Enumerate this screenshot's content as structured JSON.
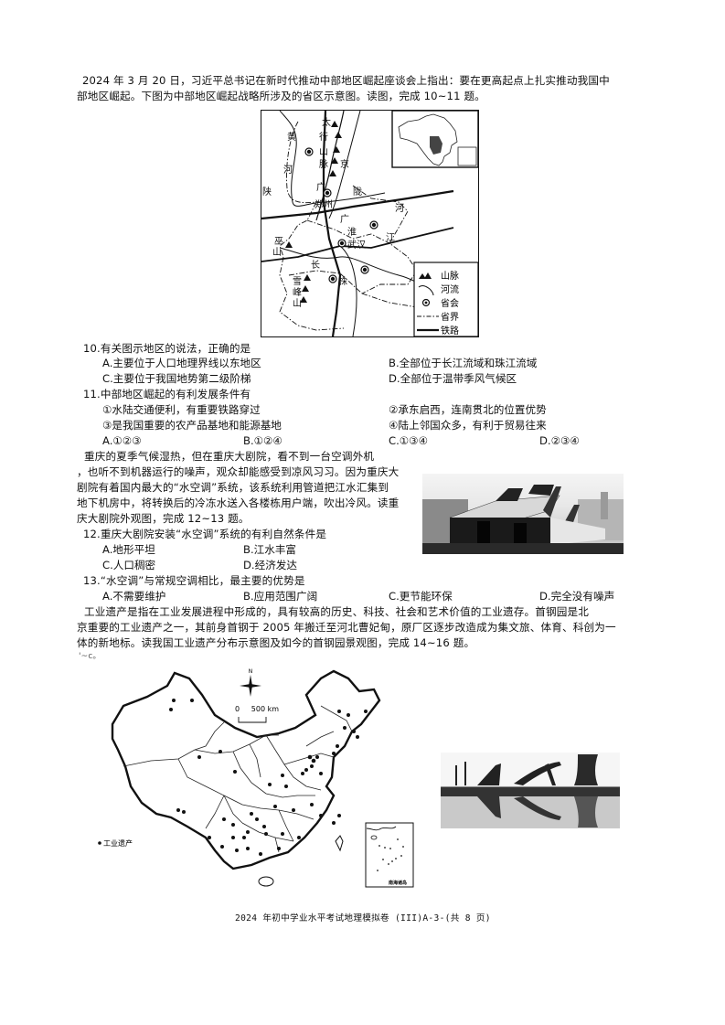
{
  "passage1": {
    "line1": "2024 年 3 月 20 日，习近平总书记在新时代推动中部地区崛起座谈会上指出：要在更高起点上扎实推动我国中",
    "line2": "部地区崛起。下图为中部地区崛起战略所涉及的省区示意图。读图，完成   10~11 题。"
  },
  "map1": {
    "labels": {
      "taihang": [
        "太",
        "行",
        "山",
        "脉"
      ],
      "huang": "黄",
      "he1": "河",
      "shan": "陕",
      "jing": "京",
      "guang": "广",
      "zhengzhou": "郑州",
      "long": "陇",
      "hai": "海",
      "he2": "河",
      "huai": "淮",
      "jiang": "江",
      "wuhan": "武汉",
      "wu": "巫",
      "shan2": "山",
      "chang": "长",
      "xue": "雪",
      "feng": "峰",
      "shan3": "山",
      "zhu": "株"
    },
    "legend": [
      {
        "icon": "mountain-icon",
        "label": "山脉"
      },
      {
        "icon": "river-icon",
        "label": "河流"
      },
      {
        "icon": "capital-icon",
        "label": "省会"
      },
      {
        "icon": "province-border-icon",
        "label": "省界"
      },
      {
        "icon": "railway-icon",
        "label": "铁路"
      }
    ]
  },
  "questions": {
    "q10": {
      "stem": "10.有关图示地区的说法，正确的是",
      "A": "A.主要位于人口地理界线以东地区",
      "B": "B.全部位于长江流域和珠江流域",
      "C": "C.主要位于我国地势第二级阶梯",
      "D": "D.全部位于温带季风气候区"
    },
    "q11": {
      "stem": "11.中部地区崛起的有利发展条件有",
      "s1": "①水陆交通便利，有重要铁路穿过",
      "s2": "②承东启西，连南贯北的位置优势",
      "s3": "③是我国重要的农产品基地和能源基地",
      "s4": "④陆上邻国众多，有利于贸易往来",
      "A": "A.①②③",
      "B": "B.①②④",
      "C": "C.①③④",
      "D": "D.②③④"
    },
    "q12": {
      "stem": "12.重庆大剧院安装“水空调”系统的有利自然条件是",
      "A": "A.地形平坦",
      "B": "B.江水丰富",
      "C": "C.人口稠密",
      "D": "D.经济发达"
    },
    "q13": {
      "stem": "13.“水空调”与常规空调相比，最主要的优势是",
      "A": "A.不需要维护",
      "B": "B.应用范围广阔",
      "C": "C.更节能环保",
      "D": "D.完全没有噪声"
    }
  },
  "passage2": {
    "line1": "重庆的夏季气候湿热，但在重庆大剧院，看不到一台空调外机",
    "line2": "，也听不到机器运行的噪声，观众却能感受到凉风习习。因为重庆大",
    "line3": "剧院有着国内最大的“水空调”系统，该系统利用管道把江水汇集到",
    "line4": "地下机房中，将转换后的冷冻水送入各楼栋用户端，吹出冷风。读重",
    "line5": "庆大剧院外观图，完成 12~13 题。"
  },
  "passage3": {
    "line1": "工业遗产是指在工业发展进程中形成的，具有较高的历史、科技、社会和艺术价值的工业遗存。首钢园是北",
    "line2": "京重要的工业遗产之一，其前身首钢于 2005 年搬迁至河北曹妃甸，原厂区逐步改造成为集文旅、体育、科创为一",
    "line3": "体的新地标。读我国工业遗产分布示意图及如今的首钢园景观图，完成   14~16 题。",
    "stray": "'~c。"
  },
  "map2": {
    "north": "N",
    "scale": "0     500 km",
    "legend": "工业遗产",
    "inset_label": "南海诸岛"
  },
  "footer": {
    "text": "2024 年初中学业水平考试地理模拟卷 (III)A-3-(共 8 页)"
  }
}
